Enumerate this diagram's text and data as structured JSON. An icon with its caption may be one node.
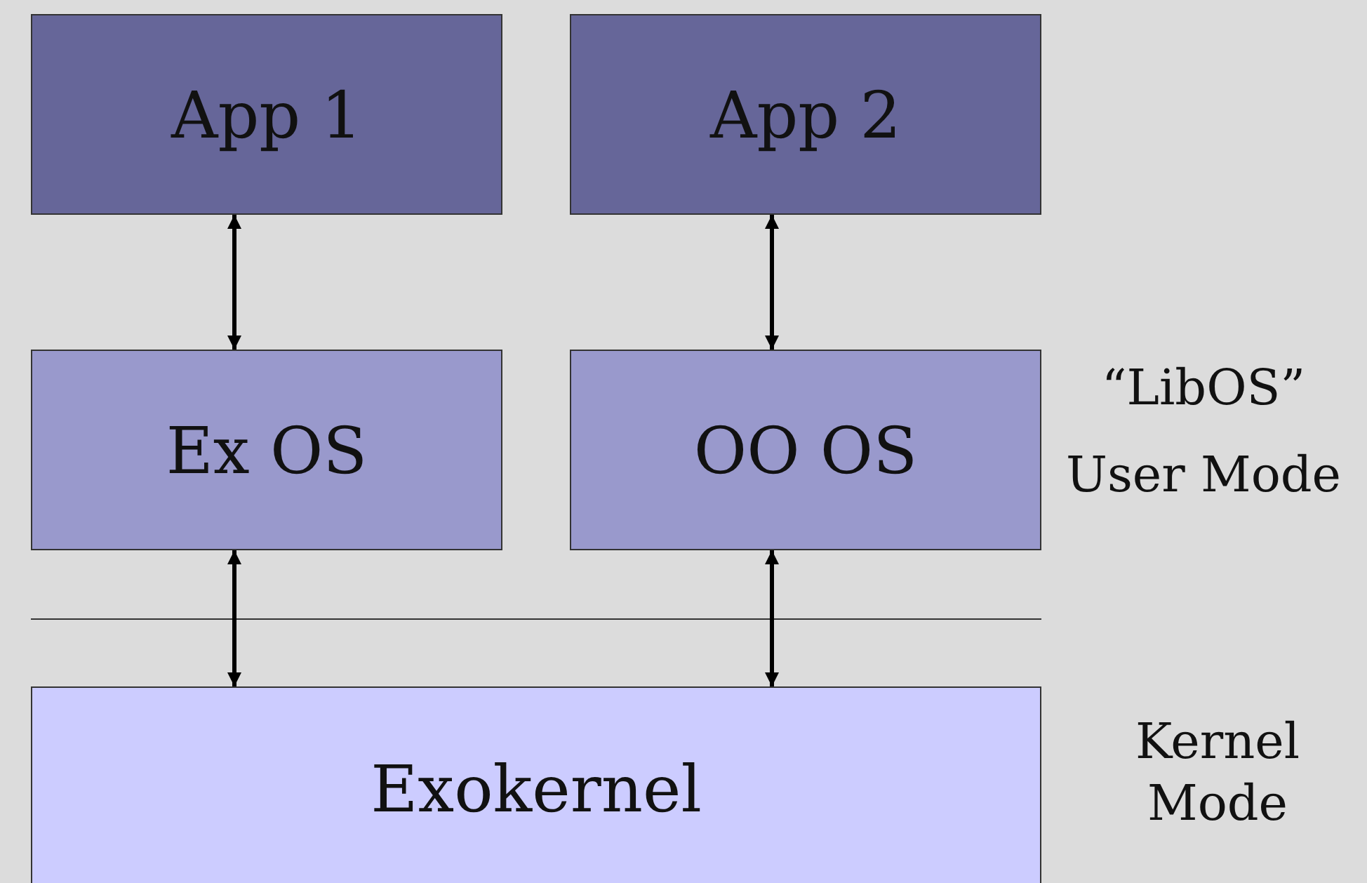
{
  "diagram": {
    "nodes": [
      {
        "text": [
          "App 1"
        ]
      },
      {
        "text": [
          "App 2"
        ]
      },
      {
        "text": [
          "Ex OS"
        ]
      },
      {
        "text": [
          "OO OS"
        ]
      },
      {
        "text": [
          "Exokernel"
        ]
      }
    ],
    "edges": [
      {
        "from": 0,
        "to": 2,
        "arrow": "both"
      },
      {
        "from": 1,
        "to": 3,
        "arrow": "both"
      },
      {
        "from": 2,
        "to": 4,
        "arrow": "both"
      },
      {
        "from": 3,
        "to": 4,
        "arrow": "both"
      }
    ],
    "labels": [
      "“LibOS”",
      "User Mode",
      "Kernel Mode"
    ]
  }
}
